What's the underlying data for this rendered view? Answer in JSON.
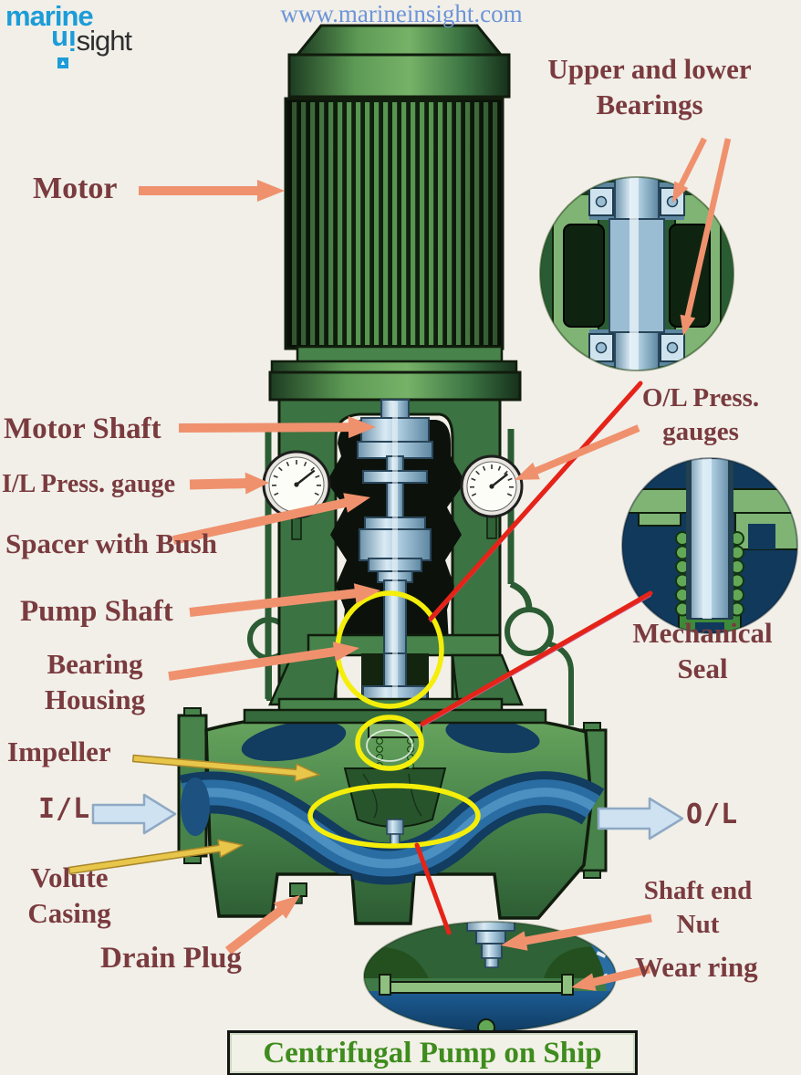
{
  "page": {
    "url": "www.marineinsight.com",
    "title": "Centrifugal Pump on Ship"
  },
  "logo": {
    "marine": "marine",
    "insight_prefix": "in",
    "insight_suffix": "sight"
  },
  "labels": {
    "motor": "Motor",
    "upper_lower_bearings": [
      "Upper and lower",
      "Bearings"
    ],
    "motor_shaft": "Motor Shaft",
    "il_press_gauge": "I/L Press. gauge",
    "spacer_with_bush": "Spacer with Bush",
    "pump_shaft": "Pump Shaft",
    "bearing_housing": [
      "Bearing",
      "Housing"
    ],
    "impeller": "Impeller",
    "inlet": "I/L",
    "volute_casing": [
      "Volute",
      "Casing"
    ],
    "drain_plug": "Drain Plug",
    "ol_press_gauges": [
      "O/L Press.",
      "gauges"
    ],
    "mechanical_seal": [
      "Mechanical",
      "Seal"
    ],
    "outlet": "O/L",
    "shaft_end_nut": [
      "Shaft end",
      "Nut"
    ],
    "wear_ring": "Wear ring"
  },
  "colors": {
    "label_maroon": "#7a3b3f",
    "pointer_salmon": "#f0916e",
    "pointer_gold": "#e7c64a",
    "pointer_red": "#e62317",
    "highlight_yellow": "#f4ee0a",
    "flow_arrow_blue": "#cfe2f2",
    "title_green": "#3f8c1e",
    "url_blue": "#6d94d8",
    "logo_blue": "#1c9cd8",
    "machine_green": "#47834a",
    "water_blue": "#2a6da3",
    "shaft_steel": "#bdd8e8",
    "background": "#f1efe8"
  }
}
